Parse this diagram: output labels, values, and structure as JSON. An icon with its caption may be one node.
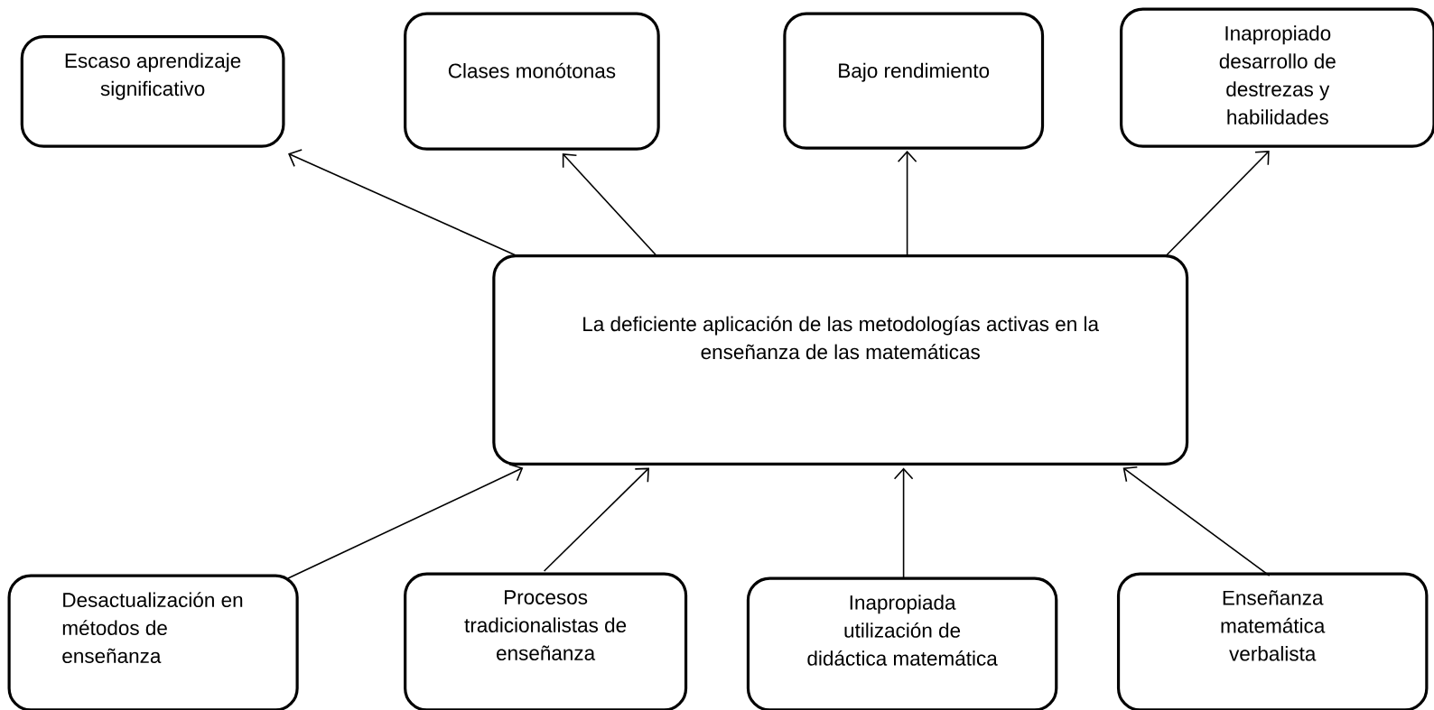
{
  "diagram": {
    "nodes": [
      {
        "text": [
          "La deficiente aplicación de las metodologías activas en la enseñanza de las matemáticas"
        ]
      },
      {
        "text": [
          "Escaso aprendizaje significativo"
        ]
      },
      {
        "text": [
          "Clases monótonas"
        ]
      },
      {
        "text": [
          "Bajo rendimiento"
        ]
      },
      {
        "text": [
          "Inapropiado desarrollo de destrezas y habilidades"
        ]
      },
      {
        "text": [
          "Desactualización en métodos de enseñanza"
        ]
      },
      {
        "text": [
          "Procesos tradicionalistas de enseñanza"
        ]
      },
      {
        "text": [
          "Inapropiada utilización de didáctica matemática"
        ]
      },
      {
        "text": [
          "Enseñanza matemática verbalista"
        ]
      }
    ],
    "edges": [
      {
        "from": 0,
        "to": 1,
        "arrow": "to"
      },
      {
        "from": 0,
        "to": 2,
        "arrow": "to"
      },
      {
        "from": 0,
        "to": 3,
        "arrow": "to"
      },
      {
        "from": 0,
        "to": 4,
        "arrow": "to"
      },
      {
        "from": 5,
        "to": 0,
        "arrow": "to"
      },
      {
        "from": 6,
        "to": 0,
        "arrow": "to"
      },
      {
        "from": 7,
        "to": 0,
        "arrow": "to"
      },
      {
        "from": 8,
        "to": 0,
        "arrow": "to"
      }
    ]
  }
}
